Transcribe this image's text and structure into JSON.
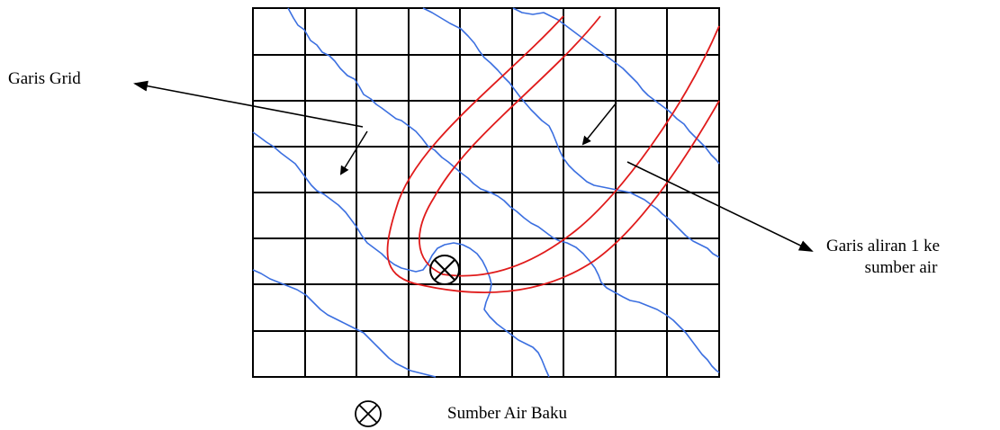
{
  "labels": {
    "grid_line": "Garis Grid",
    "flow_line_1": "Garis aliran 1 ke",
    "flow_line_2": "sumber air",
    "legend": "Sumber Air Baku"
  },
  "colors": {
    "grid": "#000000",
    "contour": "#3b6fe0",
    "flow": "#e01b1b"
  },
  "icons": {
    "water_source": "circle-x-icon"
  }
}
